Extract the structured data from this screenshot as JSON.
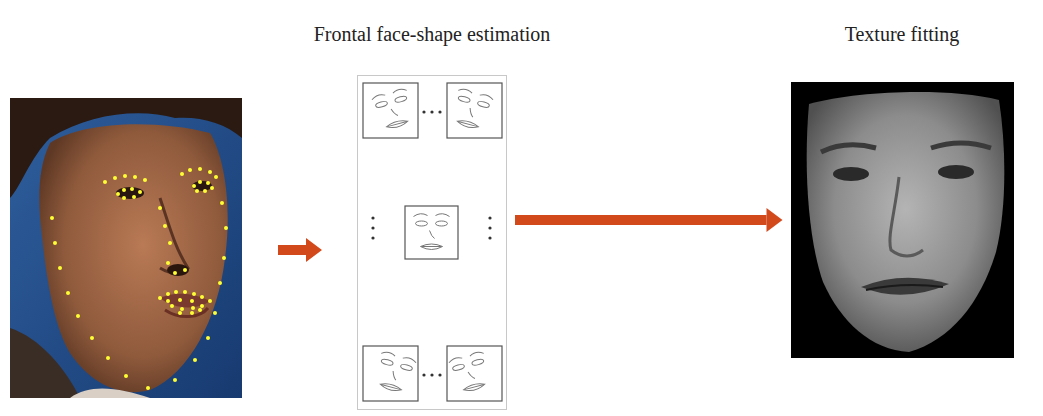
{
  "diagram": {
    "nodes": [
      {
        "text": [
          "Frontal face-shape estimation"
        ]
      },
      {
        "text": [
          "Texture fitting"
        ]
      }
    ],
    "edges": [
      {
        "from": 0,
        "to": 1,
        "arrow": "to"
      }
    ]
  }
}
